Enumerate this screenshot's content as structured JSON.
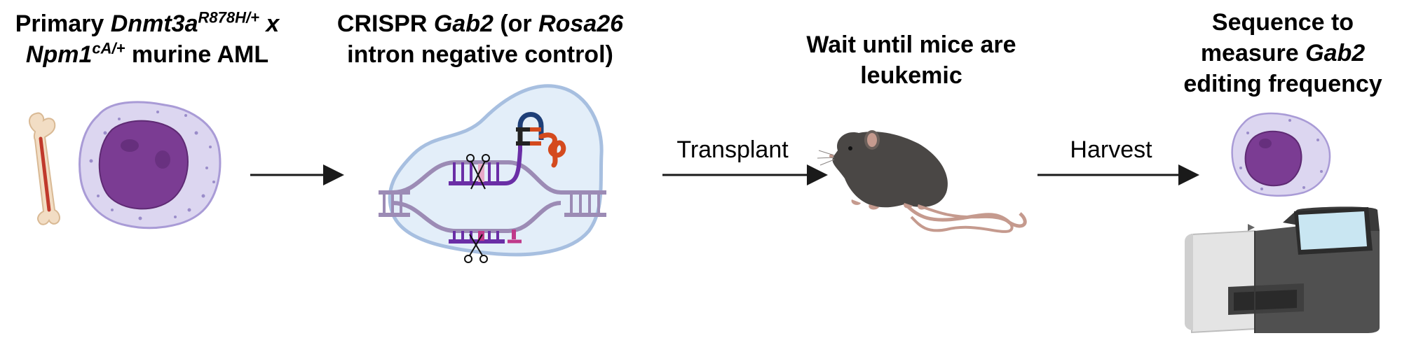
{
  "steps": [
    {
      "title_line1_prefix": "Primary ",
      "title_line1_gene": "Dnmt3a",
      "title_line1_allele": "R878H/+",
      "title_line1_suffix": " x",
      "title_line2_gene": "Npm1",
      "title_line2_allele": "cA/+",
      "title_line2_suffix": " murine AML"
    },
    {
      "title_line1_prefix": "CRISPR ",
      "title_line1_gene": "Gab2",
      "title_line1_mid": " (or ",
      "title_line1_gene2": "Rosa26",
      "title_line2": "intron negative control)"
    },
    {
      "title_line1": "Wait until mice are",
      "title_line2": "leukemic"
    },
    {
      "title_line1": "Sequence to",
      "title_line2_prefix": "measure ",
      "title_line2_gene": "Gab2",
      "title_line3": "editing frequency"
    }
  ],
  "arrows": [
    {
      "label": ""
    },
    {
      "label": "Transplant"
    },
    {
      "label": "Harvest"
    }
  ],
  "colors": {
    "cell_body": "#dcd6f0",
    "cell_border": "#a99bd6",
    "nucleus": "#7b3c93",
    "bone": "#f2ddc4",
    "marrow": "#c0392b",
    "nucleus_envelope": "#a7bfe0",
    "nucleus_fill": "#e3eef9",
    "dna_strand": "#9c8bb5",
    "cas_strand": "#6a2ea6",
    "guide": "#c0398a",
    "mouse": "#4a4745",
    "mouse_tail": "#c59a8e",
    "sequencer": "#505050",
    "arrow": "#1a1a1a"
  },
  "icons": [
    "femur-icon",
    "aml-cell-icon",
    "crispr-nucleus-icon",
    "scissors-icon",
    "guide-rna-icon",
    "mouse-icon",
    "sequencer-icon"
  ]
}
